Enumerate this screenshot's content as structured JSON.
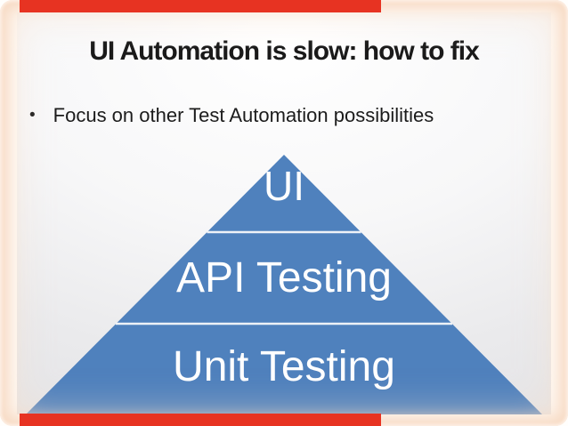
{
  "slide": {
    "title": "UI Automation is slow: how to fix",
    "bullet": {
      "marker": "•",
      "text": "Focus on other Test Automation possibilities"
    },
    "pyramid": {
      "type": "pyramid-diagram",
      "levels": [
        {
          "label": "UI"
        },
        {
          "label": "API Testing"
        },
        {
          "label": "Unit Testing"
        }
      ]
    },
    "colors": {
      "pyramid_fill": "#4f81bd",
      "divider_line": "#eef2f7",
      "level_text": "#ffffff",
      "marker_red": "#e73322",
      "border_glow": "#f7d9c2",
      "title_text": "#1a1a1a"
    }
  }
}
